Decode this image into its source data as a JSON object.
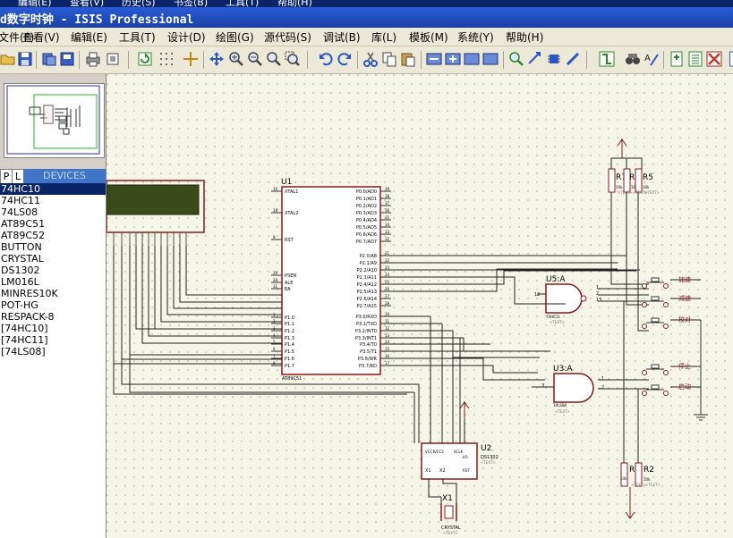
{
  "top_menu_partial": [
    "编辑(E)",
    "查看(V)",
    "历史(S)",
    "书签(B)",
    "工具(T)",
    "帮助(H)"
  ],
  "window": {
    "title": "d数字时钟 - ISIS Professional"
  },
  "menu": [
    "文件(F)",
    "查看(V)",
    "编辑(E)",
    "工具(T)",
    "设计(D)",
    "绘图(G)",
    "源代码(S)",
    "调试(B)",
    "库(L)",
    "模板(M)",
    "系统(Y)",
    "帮助(H)"
  ],
  "toolbar": [
    "open-icon",
    "save-icon",
    "import-icon",
    "export-icon",
    "print-icon",
    "area-icon",
    "refresh-icon",
    "grid-icon",
    "origin-icon",
    "pan-icon",
    "zoom-in-icon",
    "zoom-out-icon",
    "zoom-all-icon",
    "zoom-area-icon",
    "undo-icon",
    "redo-icon",
    "cut-icon",
    "copy-icon",
    "paste-icon",
    "block-copy-icon",
    "block-move-icon",
    "block-rotate-icon",
    "block-delete-icon",
    "pick-icon",
    "make-device-icon",
    "pack-icon",
    "decompose-icon",
    "wire-autoroute-icon",
    "search-icon",
    "property-icon",
    "netlist-icon",
    "bom-icon",
    "erc-icon",
    "ares-icon"
  ],
  "panel": {
    "tab_p": "P",
    "tab_l": "L",
    "header": "DEVICES"
  },
  "devices": [
    "74HC10",
    "74HC11",
    "74LS08",
    "AT89C51",
    "AT89C52",
    "BUTTON",
    "CRYSTAL",
    "DS1302",
    "LM016L",
    "MINRES10K",
    "POT-HG",
    "RESPACK-8",
    "[74HC10]",
    "[74HC11]",
    "[74LS08]"
  ],
  "selected_device": "74HC10",
  "schematic": {
    "u1": {
      "ref": "U1",
      "part": "AT89C51",
      "left_pins": [
        "XTAL1",
        "XTAL2",
        "RST",
        "PSEN",
        "ALE",
        "EA",
        "P1.0",
        "P1.1",
        "P1.2",
        "P1.3",
        "P1.4",
        "P1.5",
        "P1.6",
        "P1.7"
      ],
      "left_nums": [
        "19",
        "18",
        "9",
        "29",
        "30",
        "31",
        "1",
        "2",
        "3",
        "4",
        "5",
        "6",
        "7",
        "8"
      ],
      "right_pins": [
        "P0.0/AD0",
        "P0.1/AD1",
        "P0.2/AD2",
        "P0.3/AD3",
        "P0.4/AD4",
        "P0.5/AD5",
        "P0.6/AD6",
        "P0.7/AD7",
        "P2.0/A8",
        "P2.1/A9",
        "P2.2/A10",
        "P2.3/A11",
        "P2.4/A12",
        "P2.5/A13",
        "P2.6/A14",
        "P2.7/A15",
        "P3.0/RXD",
        "P3.1/TXD",
        "P3.2/INT0",
        "P3.3/INT1",
        "P3.4/T0",
        "P3.5/T1",
        "P3.6/WR",
        "P3.7/RD"
      ],
      "right_nums": [
        "39",
        "38",
        "37",
        "36",
        "35",
        "34",
        "33",
        "32",
        "21",
        "22",
        "23",
        "24",
        "25",
        "26",
        "27",
        "28",
        "10",
        "11",
        "12",
        "13",
        "14",
        "15",
        "16",
        "17"
      ]
    },
    "u5": {
      "ref": "U5:A",
      "part": "74HC11",
      "text": "<TEXT>",
      "pins": [
        "1",
        "2",
        "13",
        "12"
      ]
    },
    "u3": {
      "ref": "U3:A",
      "part": "74LS08",
      "text": "<TEXT>",
      "pins": [
        "1",
        "2",
        "3"
      ]
    },
    "u2": {
      "ref": "U2",
      "part": "DS1302",
      "text": "<TEXT>",
      "pins": [
        "X1",
        "X2",
        "VCC1",
        "VCC2",
        "SCLK",
        "I/O",
        "RST"
      ]
    },
    "x1": {
      "ref": "X1",
      "part": "CRYSTAL",
      "text": "<TEXT>"
    },
    "resistors": [
      {
        "ref": "R7",
        "value": "10k"
      },
      {
        "ref": "R6",
        "value": "10k"
      },
      {
        "ref": "R5",
        "value": "10k"
      },
      {
        "ref": "R",
        "value": "10k"
      },
      {
        "ref": "R2",
        "value": "10k"
      }
    ],
    "res_text": [
      "<TEXT>",
      "<TEXT>",
      "<TEXT>",
      "<TEXT>",
      "<TEXT>"
    ],
    "buttons": [
      "加速",
      "减速",
      "校对",
      "停止",
      "启动"
    ]
  }
}
